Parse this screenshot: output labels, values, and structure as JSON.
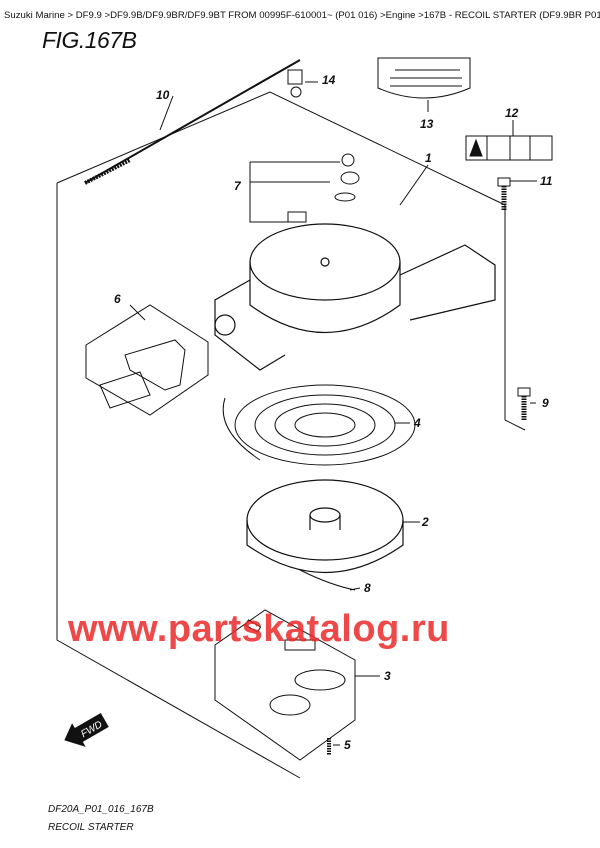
{
  "breadcrumb": "Suzuki Marine > DF9.9 >DF9.9B/DF9.9BR/DF9.9BT FROM 00995F-610001~ (P01 016) >Engine >167B - RECOIL STARTER (DF9.9BR P01) >",
  "figure_title": "FIG.167B",
  "callouts": {
    "c1": "1",
    "c2": "2",
    "c3": "3",
    "c4": "4",
    "c5": "5",
    "c6": "6",
    "c7": "7",
    "c8": "8",
    "c9": "9",
    "c10": "10",
    "c11": "11",
    "c12": "12",
    "c13": "13",
    "c14": "14"
  },
  "fwd_label": "FWD",
  "watermark": "www.partskatalog.ru",
  "diagram_code": "DF20A_P01_016_167B",
  "diagram_title": "RECOIL STARTER",
  "colors": {
    "watermark": "#eb2828",
    "line": "#111111"
  }
}
